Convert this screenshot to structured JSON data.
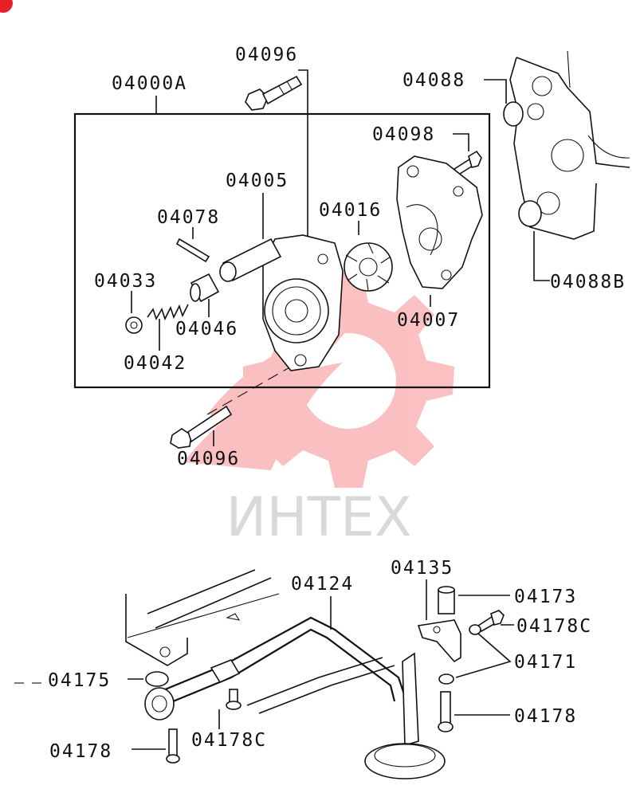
{
  "watermark": {
    "text": "ИНТЕХ",
    "color": "#f04a50",
    "text_color": "#d9d9d9"
  },
  "corner_badge": {
    "color": "#e8202a"
  },
  "labels": {
    "p04096_top": "04096",
    "p04000A": "04000A",
    "p04088": "04088",
    "p04098": "04098",
    "p04005": "04005",
    "p04078": "04078",
    "p04016": "04016",
    "p04033": "04033",
    "p04046": "04046",
    "p04007": "04007",
    "p04042": "04042",
    "p04088B": "04088B",
    "p04096_bottom": "04096",
    "p04135": "04135",
    "p04124": "04124",
    "p04173": "04173",
    "p04178C_right": "04178C",
    "p04171": "04171",
    "p04175": "04175",
    "p04178_right": "04178",
    "p04178_left": "04178",
    "p04178C_left": "04178C"
  }
}
